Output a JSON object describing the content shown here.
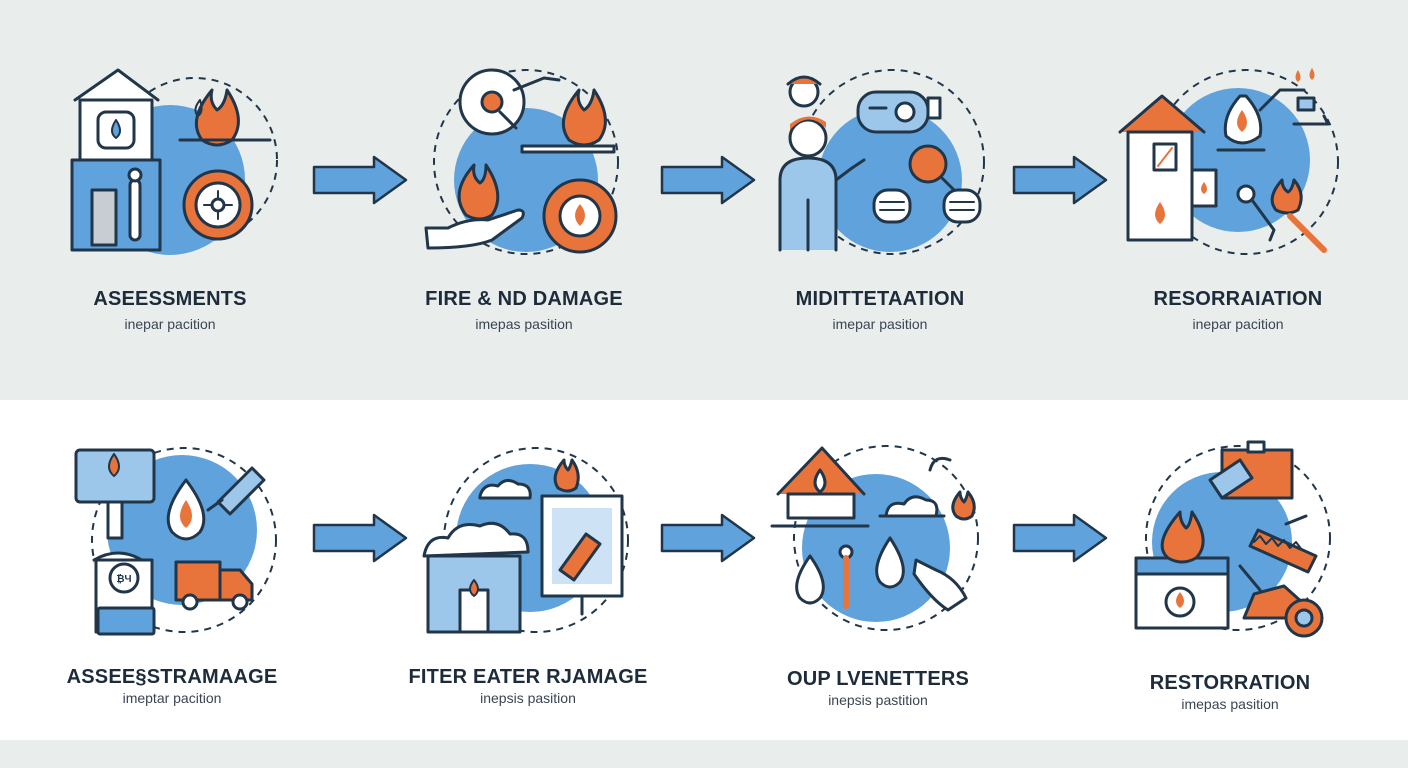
{
  "colors": {
    "top_band": "#e9eeed",
    "blue": "#5fa2dc",
    "orange": "#e8743b",
    "outline": "#22364a"
  },
  "rows": [
    {
      "steps": [
        {
          "title": "ASEESSMENTS",
          "subtitle": "inepar pacition",
          "icons": [
            "house-icon",
            "flame-icon",
            "gear-icon",
            "thermometer-icon"
          ]
        },
        {
          "title": "FIRE  & ND DAMAGE",
          "subtitle": "imepas pasition",
          "icons": [
            "gauge-icon",
            "flame-icon",
            "hand-icon",
            "gear-icon"
          ]
        },
        {
          "title": "MIDITTETAATION",
          "subtitle": "imepar pasition",
          "icons": [
            "worker-icon",
            "chat-bubble-icon",
            "magnifier-icon",
            "mask-icon"
          ]
        },
        {
          "title": "RESORRAIATION",
          "subtitle": "inepar pacition",
          "icons": [
            "house-icon",
            "faucet-icon",
            "droplet-icon",
            "wrench-icon"
          ]
        }
      ]
    },
    {
      "steps": [
        {
          "title": "ASSEE§STRAMAAGE",
          "subtitle": "imeptar pacition",
          "icons": [
            "sign-icon",
            "droplet-icon",
            "truck-icon",
            "pipe-icon"
          ]
        },
        {
          "title": "FITER EATER RJAMAGE",
          "subtitle": "inepsis pasition",
          "icons": [
            "cloud-icon",
            "house-icon",
            "flame-icon",
            "frame-icon"
          ]
        },
        {
          "title": "OUP LVENETTERS",
          "subtitle": "inepsis pastition",
          "icons": [
            "house-icon",
            "droplet-icon",
            "cloud-icon",
            "hand-icon"
          ]
        },
        {
          "title": "RESTORRATION",
          "subtitle": "imepas pasition",
          "icons": [
            "toolbox-icon",
            "flame-icon",
            "saw-icon",
            "tractor-icon"
          ]
        }
      ]
    }
  ]
}
